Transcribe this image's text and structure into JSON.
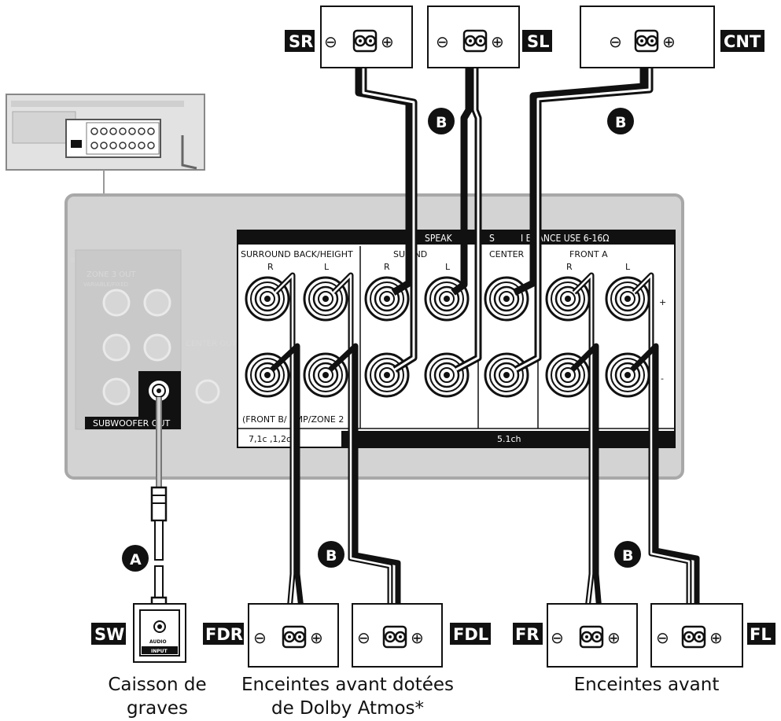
{
  "tags": {
    "sr": "SR",
    "sl": "SL",
    "cnt": "CNT",
    "sw": "SW",
    "fdr": "FDR",
    "fdl": "FDL",
    "fr": "FR",
    "fl": "FL"
  },
  "markers": {
    "a": "A",
    "b": "B"
  },
  "terminal_symbols": {
    "minus": "⊖",
    "plus": "⊕"
  },
  "panel": {
    "speakers_title": "SPEAK",
    "speakers_title2": "S",
    "impedance": "I  EDANCE USE  6-16Ω",
    "surround_back_height": "SURROUND  BACK/HEIGHT",
    "surround": "SU       UND",
    "center": "CENTER",
    "front_a": "FRONT A",
    "r": "R",
    "l": "L",
    "plus": "+",
    "minus": "-",
    "front_b_bi_amp": "(FRONT B/        AMP/ZONE 2",
    "ch_71": "7,1c      ,1,2ch",
    "ch_51": "5.1ch",
    "zone3_out": "ZONE 3 OUT",
    "zone3_sub": "VARIABLE/FIXED",
    "subwoofer_out": "SUBWOOFER OUT",
    "center_out": "CENTER OUT",
    "io": "IO"
  },
  "sub_input": {
    "line1": "AUDIO",
    "line2": "INPUT"
  },
  "captions": {
    "subwoofer_line1": "Caisson de",
    "subwoofer_line2": "graves",
    "atmos_line1": "Enceintes avant dotées",
    "atmos_line2": "de Dolby Atmos*",
    "front": "Enceintes avant"
  }
}
